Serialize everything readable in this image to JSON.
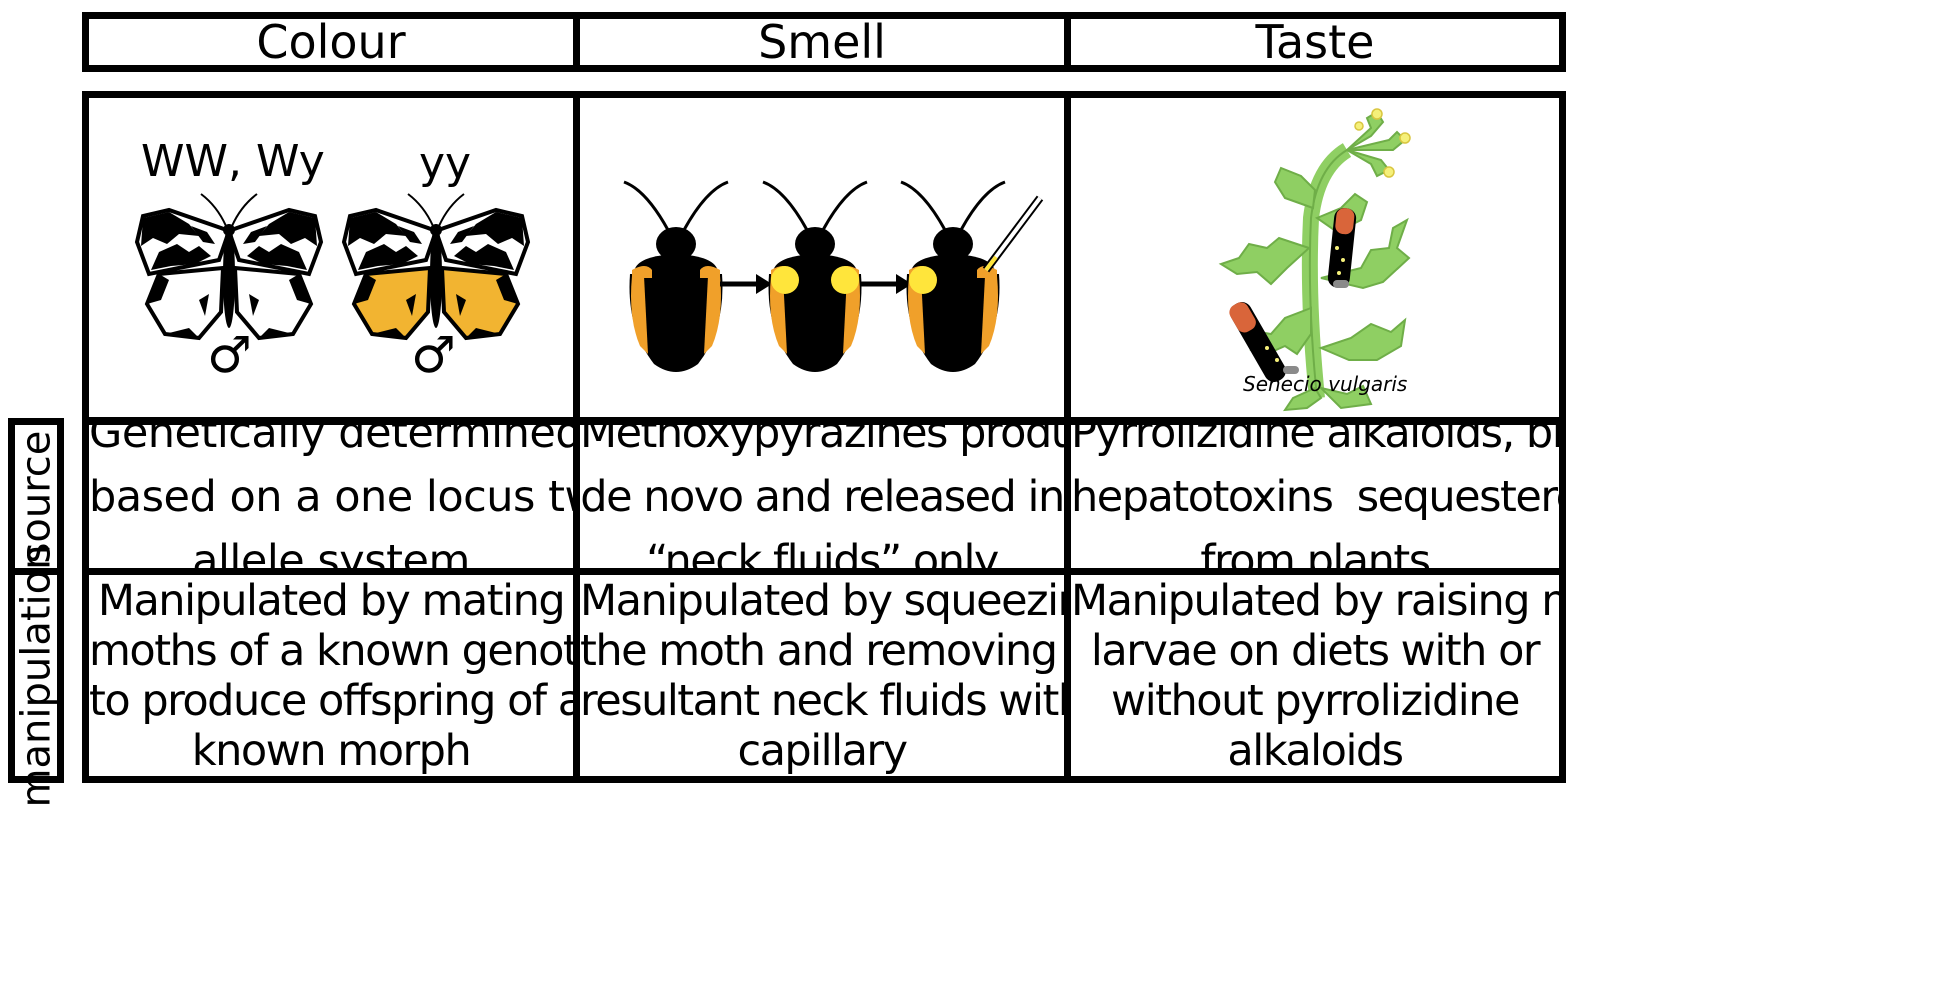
{
  "columns": [
    {
      "label": "Colour"
    },
    {
      "label": "Smell"
    },
    {
      "label": "Taste"
    }
  ],
  "colour_panel": {
    "genotype_left": "WW, Wy",
    "genotype_right": "yy",
    "male_symbol": "♂",
    "wing_colors": {
      "left_hindwing": "#ffffff",
      "right_hindwing": "#f2b431",
      "pattern": "#000000"
    }
  },
  "smell_panel": {
    "body_color": "#000000",
    "stripe_color": "#f0a02a",
    "neck_fluid_color": "#ffe53b",
    "arrow_icon": "right-arrow-icon",
    "tool_icon": "capillary-icon"
  },
  "taste_panel": {
    "plant_caption": "Senecio vulgaris",
    "plant_color": "#8fcf63",
    "flower_color": "#f5f07a",
    "larva_color": "#d9653a"
  },
  "rows": [
    {
      "label": "source",
      "cells": [
        [
          "Genetically determined",
          "based on a one locus two",
          "allele system"
        ],
        [
          "Methoxypyrazines produced",
          "de novo and released in",
          "“neck fluids” only"
        ],
        [
          "Pyrrolizidine alkaloids, bitter",
          "hepatotoxins  sequestered",
          "from plants"
        ]
      ]
    },
    {
      "label": "manipulation",
      "cells": [
        [
          "Manipulated by mating",
          "moths of a known genotype",
          "to produce offspring of a",
          "known morph"
        ],
        [
          "Manipulated by squeezing",
          "the moth and removing the",
          "resultant neck fluids with a",
          "capillary"
        ],
        [
          "Manipulated by raising moth",
          "larvae on diets with or",
          "without pyrrolizidine",
          "alkaloids"
        ]
      ]
    }
  ]
}
